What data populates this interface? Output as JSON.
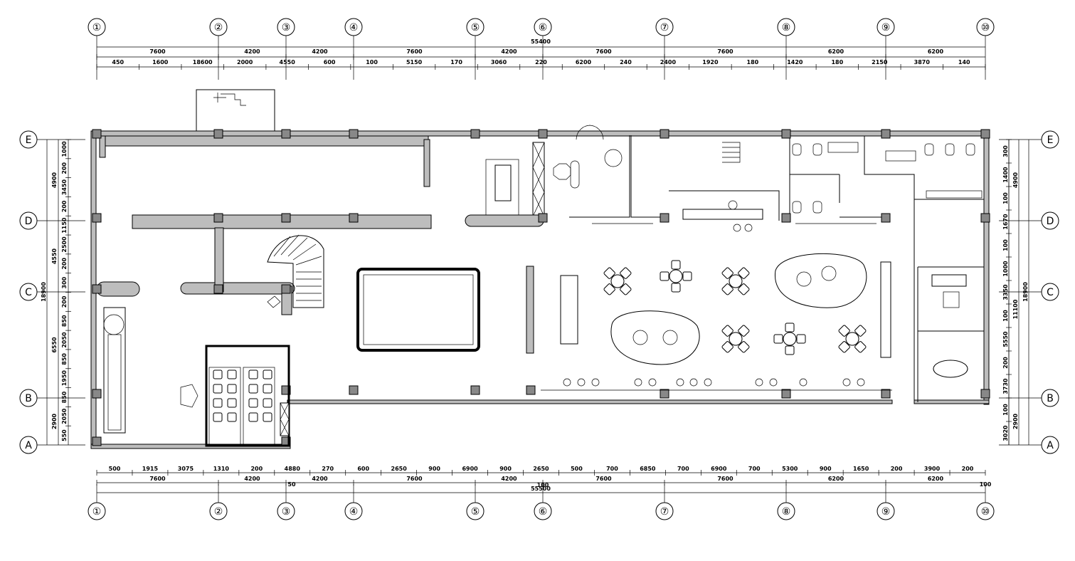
{
  "grid": {
    "columns": [
      "①",
      "②",
      "③",
      "④",
      "⑤",
      "⑥",
      "⑦",
      "⑧",
      "⑨",
      "⑩"
    ],
    "rows": [
      "A",
      "B",
      "C",
      "D",
      "E"
    ]
  },
  "top": {
    "total": "55400",
    "bays": [
      "7600",
      "4200",
      "4200",
      "7600",
      "4200",
      "7600",
      "7600",
      "6200",
      "6200"
    ],
    "details": [
      "450",
      "1600",
      "18600",
      "2000",
      "4550",
      "600",
      "100",
      "5150",
      "170",
      "3060",
      "220",
      "6200",
      "240",
      "2400",
      "1920",
      "180",
      "1420",
      "180",
      "2150",
      "3870",
      "140"
    ]
  },
  "bottom": {
    "total": "55500",
    "bays": [
      "7600",
      "4200",
      "4200",
      "7600",
      "4200",
      "7600",
      "7600",
      "6200",
      "6200"
    ],
    "details": [
      "500",
      "1915",
      "3075",
      "1310",
      "200",
      "4880",
      "270",
      "600",
      "2650",
      "900",
      "6900",
      "900",
      "2650",
      "500",
      "700",
      "6850",
      "700",
      "6900",
      "700",
      "5300",
      "900",
      "1650",
      "200",
      "3900",
      "200"
    ],
    "small": [
      "100",
      "50",
      "100"
    ]
  },
  "left": {
    "total": "18900",
    "spans": [
      "4900",
      "4550",
      "6550",
      "2900"
    ],
    "details": [
      "1000",
      "200",
      "3450",
      "200",
      "1150",
      "2500",
      "200",
      "300",
      "200",
      "850",
      "2050",
      "850",
      "1950",
      "850",
      "2050",
      "550"
    ]
  },
  "right": {
    "total": "18900",
    "spans": [
      "4900",
      "11100",
      "2900"
    ],
    "details": [
      "300",
      "1400",
      "100",
      "1670",
      "100",
      "1000",
      "3350",
      "100",
      "5550",
      "200",
      "3730",
      "100",
      "3020"
    ]
  }
}
